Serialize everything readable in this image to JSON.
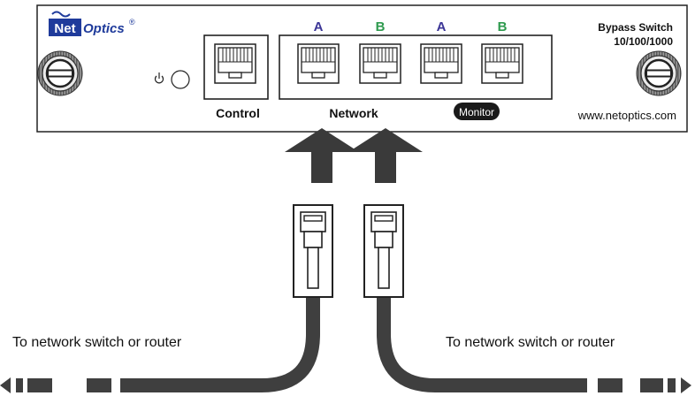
{
  "brand": {
    "logo_net": "Net",
    "logo_optics": "Optics",
    "logo_reg": "®"
  },
  "product": {
    "title_line1": "Bypass Switch",
    "title_line2": "10/100/1000",
    "website": "www.netoptics.com"
  },
  "panel": {
    "control_label": "Control",
    "network_label": "Network",
    "monitor_label": "Monitor",
    "port_labels": [
      "A",
      "B",
      "A",
      "B"
    ]
  },
  "cables": {
    "left_caption": "To network switch or router",
    "right_caption": "To network switch or router"
  },
  "colors": {
    "port_a": "#3b3596",
    "port_b": "#2e9a4e",
    "logo_blue": "#1f3b9b",
    "cable": "#3f3f3f",
    "monitor_badge": "#1a1a1a"
  },
  "icons": [
    "power-icon",
    "screw-icon",
    "up-arrow-icon",
    "rj45-connector-icon",
    "cable-end-arrow-icon"
  ]
}
